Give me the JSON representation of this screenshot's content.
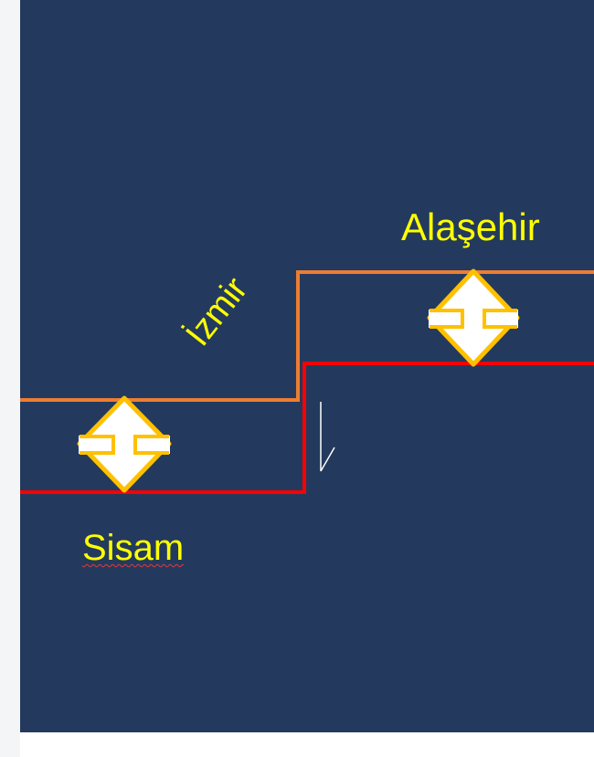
{
  "labels": {
    "alasehir": "Alaşehir",
    "izmir": "İzmir",
    "sisam": "Sisam"
  },
  "colors": {
    "background": "#233a5e",
    "upper_line": "#ed7d31",
    "lower_line": "#ff0000",
    "label_text": "#ffff00",
    "arrow_fill": "#ffffff",
    "arrow_outline": "#ffc000"
  },
  "icons": {
    "double_arrow": "vertical-double-arrow-icon",
    "fault_arrow": "down-arrow-icon"
  }
}
